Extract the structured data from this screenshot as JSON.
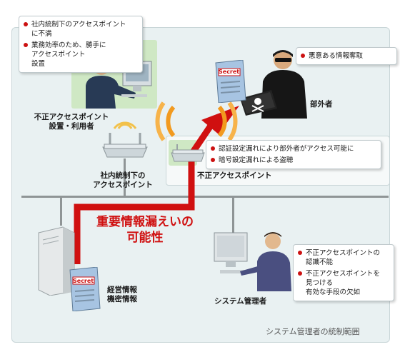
{
  "callouts": {
    "insider": {
      "items": [
        "社内統制下のアクセスポイント\nに不満",
        "業務効率のため、勝手に\nアクセスポイント\n設置"
      ]
    },
    "outsider": {
      "items": [
        "悪意ある情報奪取"
      ]
    },
    "rogue_ap": {
      "items": [
        "認証設定漏れにより部外者がアクセス可能に",
        "暗号設定漏れによる盗聴"
      ]
    },
    "admin": {
      "items": [
        "不正アクセスポイントの\n認識不能",
        "不正アクセスポイントを\n見つける\n有効な手段の欠如"
      ]
    }
  },
  "labels": {
    "rogue_user": "不正アクセスポイント\n設置・利用者",
    "outsider": "部外者",
    "corporate_ap": "社内統制下の\nアクセスポイント",
    "rogue_ap": "不正アクセスポイント",
    "confidential": "経営情報\n機密情報",
    "admin": "システム管理者",
    "scope": "システム管理者の統制範囲",
    "secret_top": "Secret",
    "secret_bottom": "Secret"
  },
  "headline": "重要情報漏えいの\n可能性",
  "colors": {
    "accent_red": "#d01010",
    "bullet_red": "#cc1111",
    "zone_fill": "#e9f1f2",
    "green_pad": "#cfe8c4",
    "wifi_orange": "#f29a1f"
  }
}
